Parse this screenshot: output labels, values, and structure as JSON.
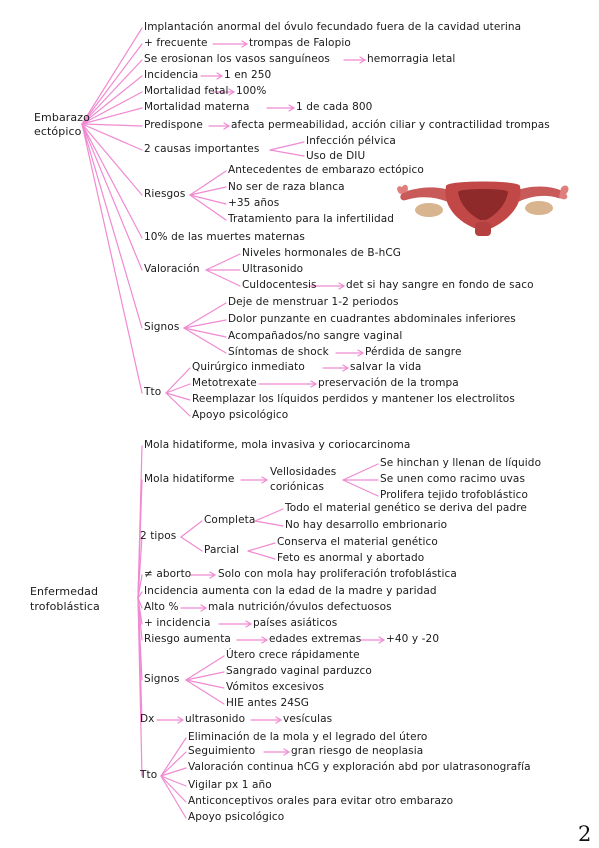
{
  "sections": {
    "ectopic": {
      "title_line1": "Embarazo",
      "title_line2": "ectópico",
      "implantation": "Implantación anormal del óvulo fecundado fuera de la cavidad uterina",
      "frequent": "+ frecuente",
      "frequent_target": "trompas de Falopio",
      "erosion": "Se erosionan los vasos sanguíneos",
      "erosion_target": "hemorragia letal",
      "incidence": "Incidencia",
      "incidence_value": "1 en 250",
      "fetal_mortality": "Mortalidad fetal",
      "fetal_mortality_value": "100%",
      "maternal_mortality": "Mortalidad materna",
      "maternal_mortality_value": "1 de cada 800",
      "predisposes": "Predispone",
      "predisposes_target": "afecta permeabilidad, acción ciliar y contractilidad trompas",
      "two_causes": "2 causas importantes",
      "cause_1": "Infección pélvica",
      "cause_2": "Uso de DIU",
      "risks": "Riesgos",
      "risk_1": "Antecedentes de embarazo ectópico",
      "risk_2": "No ser de raza blanca",
      "risk_3": "+35 años",
      "risk_4": "Tratamiento para la infertilidad",
      "maternal_deaths": "10% de las muertes maternas",
      "assessment": "Valoración",
      "assessment_1": "Niveles hormonales de B-hCG",
      "assessment_2": "Ultrasonido",
      "assessment_3": "Culdocentesis",
      "assessment_3_target": "det si hay sangre en fondo de saco",
      "signs": "Signos",
      "sign_1": "Deje de menstruar 1-2 periodos",
      "sign_2": "Dolor punzante en cuadrantes abdominales inferiores",
      "sign_3": "Acompañados/no sangre vaginal",
      "sign_4": "Síntomas de shock",
      "sign_4_target": "Pérdida de sangre",
      "treatment": "Tto",
      "treatment_1": "Quirúrgico inmediato",
      "treatment_1_target": "salvar la vida",
      "treatment_2": "Metotrexate",
      "treatment_2_target": "preservación de la trompa",
      "treatment_3": "Reemplazar los líquidos perdidos y mantener los electrolitos",
      "treatment_4": "Apoyo psicológico"
    },
    "trophoblastic": {
      "title_line1": "Enfermedad",
      "title_line2": "trofoblástica",
      "types_line": "Mola hidatiforme, mola invasiva y coriocarcinoma",
      "hydatidiform": "Mola hidatiforme",
      "villi_line1": "Vellosidades",
      "villi_line2": "coriónicas",
      "villi_1": "Se hinchan y llenan de líquido",
      "villi_2": "Se unen como racimo uvas",
      "villi_3": "Prolifera tejido trofoblástico",
      "two_types": "2 tipos",
      "complete": "Completa",
      "complete_1": "Todo el material genético se deriva del padre",
      "complete_2": "No hay desarrollo embrionario",
      "partial": "Parcial",
      "partial_1": "Conserva el material genético",
      "partial_2": "Feto es anormal y abortado",
      "vs_abortion": "≠ aborto",
      "vs_abortion_target": "Solo con mola hay proliferación trofoblástica",
      "incidence_age": "Incidencia aumenta con la edad de la madre y paridad",
      "high_pct": "Alto %",
      "high_pct_target": "mala nutrición/óvulos defectuosos",
      "more_incidence": "+ incidencia",
      "more_incidence_target": "países asiáticos",
      "risk_increase": "Riesgo aumenta",
      "risk_increase_target": "edades extremas",
      "risk_increase_ages": "+40 y -20",
      "signs": "Signos",
      "sign_1": "Útero crece rápidamente",
      "sign_2": "Sangrado vaginal parduzco",
      "sign_3": "Vómitos excesivos",
      "sign_4": "HIE antes 24SG",
      "dx": "Dx",
      "dx_target": "ultrasonido",
      "dx_result": "vesículas",
      "treatment": "Tto",
      "treatment_1": "Eliminación de la mola y el legrado del útero",
      "treatment_2": "Seguimiento",
      "treatment_2_target": "gran riesgo de neoplasia",
      "treatment_3": "Valoración continua hCG y exploración abd por ulatrasonografía",
      "treatment_4": "Vigilar px 1 año",
      "treatment_5": "Anticonceptivos orales para evitar otro embarazo",
      "treatment_6": "Apoyo psicológico"
    }
  },
  "page_number": "2",
  "colors": {
    "line": "#f08ad2",
    "text": "#1a1a1a"
  },
  "illustration": "uterus-and-fallopian-tubes"
}
